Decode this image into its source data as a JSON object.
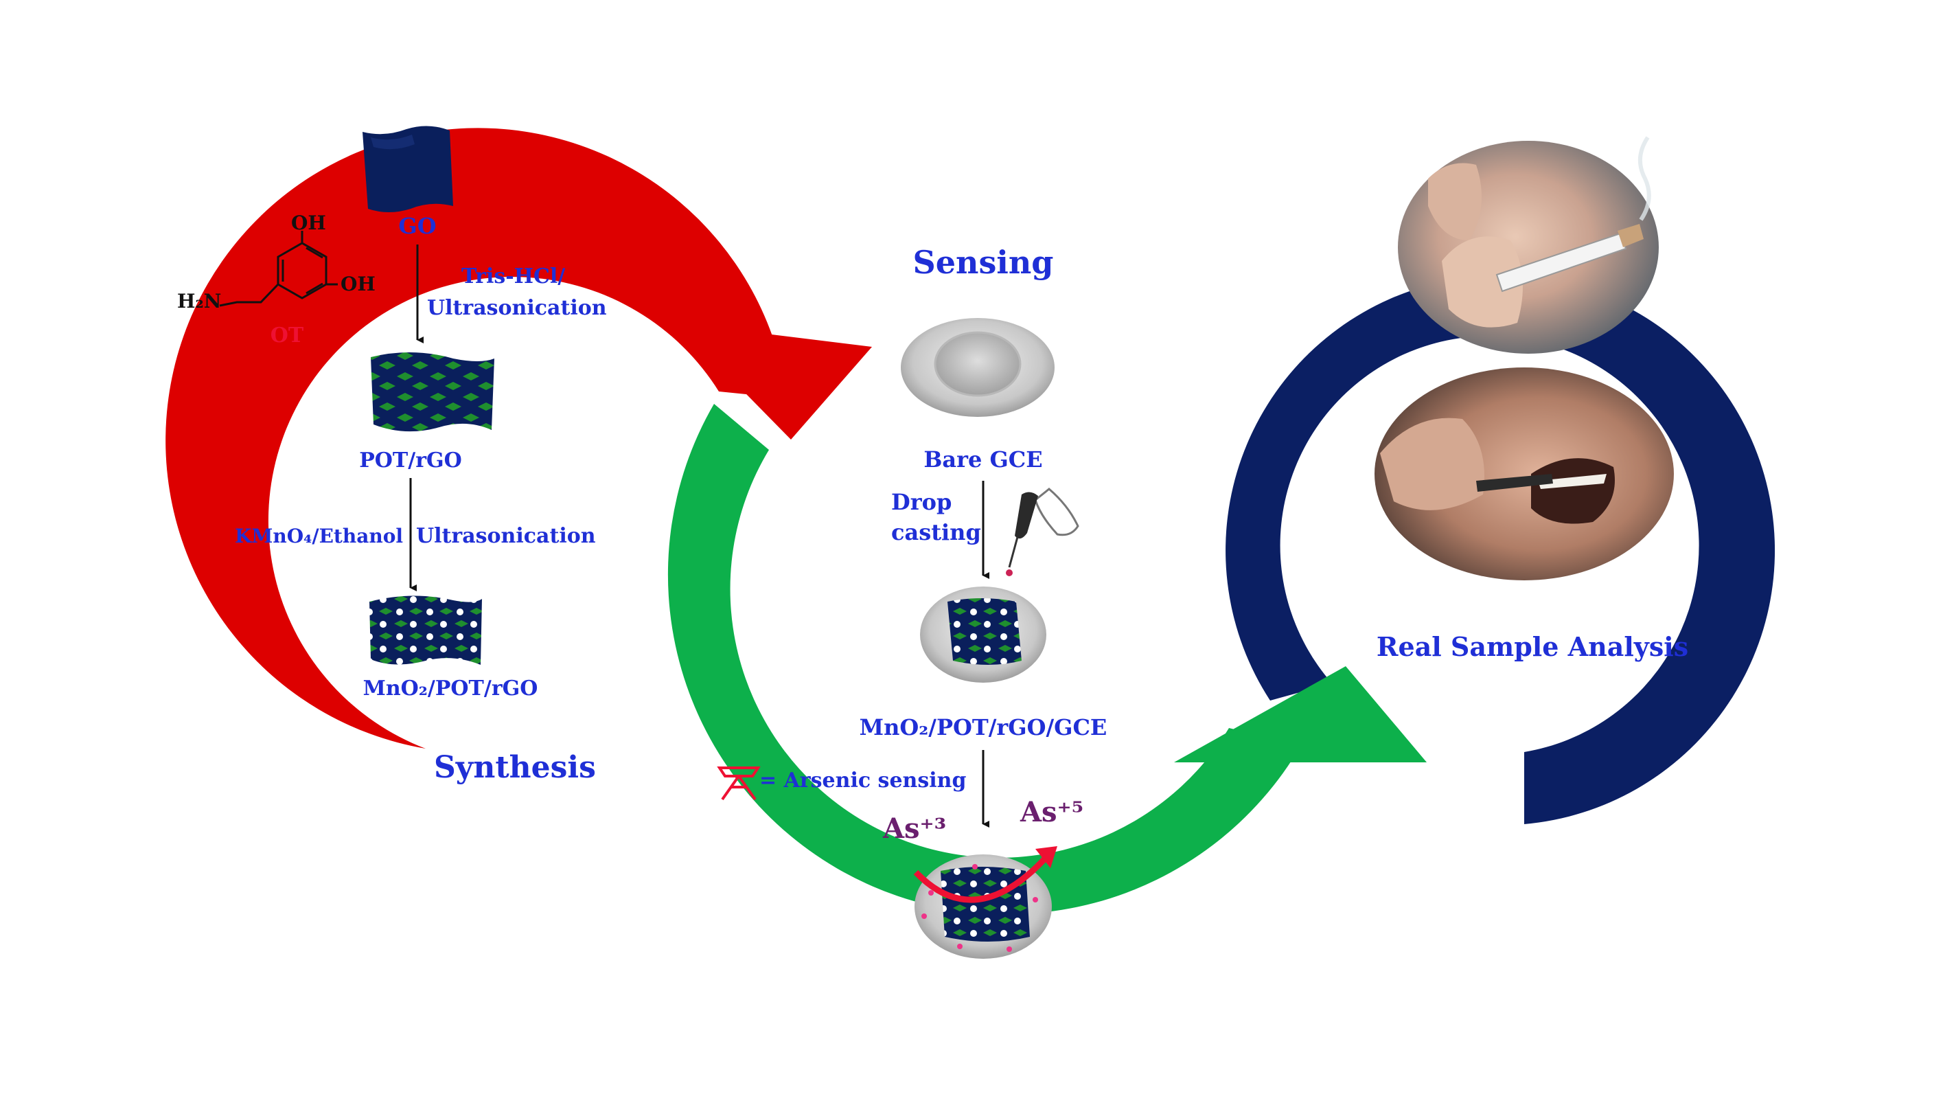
{
  "colors": {
    "synthesis_arrow": "#dd0000",
    "sensing_arrow": "#0db04b",
    "analysis_ring": "#0b1f63",
    "label_blue": "#1f2fd6",
    "label_red": "#ee1133",
    "label_purple": "#6a1f6e",
    "sheet_navy": "#0a1f5c",
    "sheet_green": "#1f8f2e"
  },
  "synthesis": {
    "title": "Synthesis",
    "go_label": "GO",
    "step1_label_line1": "Tris-HCl/",
    "step1_label_line2": "Ultrasonication",
    "ot_label": "OT",
    "ot_oh1": "OH",
    "ot_oh2": "OH",
    "ot_amine": "H₂N",
    "pot_rgo_label": "POT/rGO",
    "step2_left_label": "KMnO₄/Ethanol",
    "step2_right_label": "Ultrasonication",
    "product_label": "MnO₂/POT/rGO"
  },
  "sensing": {
    "title": "Sensing",
    "bare_label": "Bare GCE",
    "drop_line1": "Drop",
    "drop_line2": "casting",
    "modified_label": "MnO₂/POT/rGO/GCE",
    "legend_text": "= Arsenic sensing",
    "as3_label": "As⁺³",
    "as5_label": "As⁺⁵"
  },
  "analysis": {
    "title": "Real Sample Analysis",
    "photo1_icon": "smoking-cigarette-photo",
    "photo2_icon": "oral-sample-photo"
  }
}
